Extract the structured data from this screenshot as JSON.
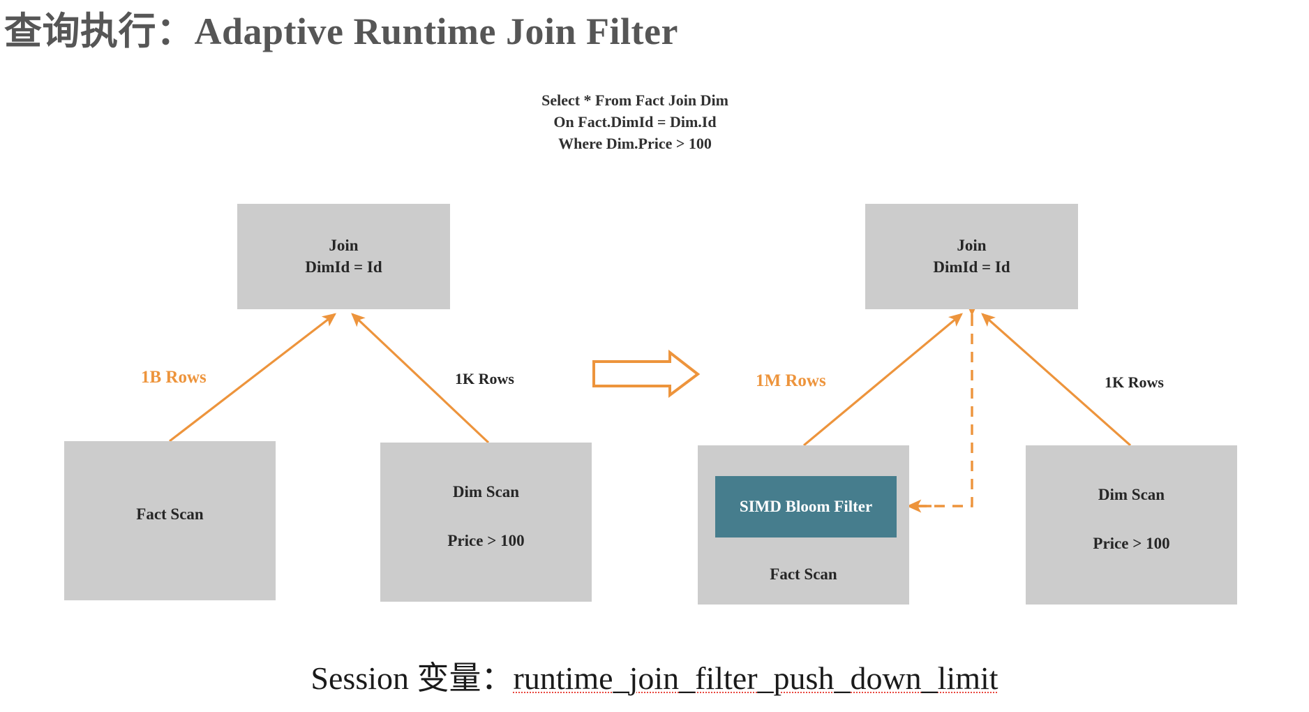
{
  "slide": {
    "title": "查询执行：Adaptive Runtime Join Filter",
    "background_color": "#ffffff",
    "title_color": "#565656"
  },
  "sql": {
    "line1": "Select * From Fact Join Dim",
    "line2": "On Fact.DimId = Dim.Id",
    "line3": "Where Dim.Price > 100"
  },
  "colors": {
    "node_gray": "#cccccc",
    "accent_orange": "#ed943c",
    "bloom_teal": "#467d8d",
    "text_dark": "#262626",
    "spellcheck_red": "#e8453c"
  },
  "left_plan": {
    "join": {
      "line1": "Join",
      "line2": "DimId = Id"
    },
    "fact_scan": {
      "label": "Fact Scan"
    },
    "dim_scan": {
      "line1": "Dim Scan",
      "line2": "Price > 100"
    },
    "fact_rows_label": "1B Rows",
    "dim_rows_label": "1K Rows"
  },
  "right_plan": {
    "join": {
      "line1": "Join",
      "line2": "DimId = Id"
    },
    "fact_scan": {
      "label": "Fact Scan"
    },
    "bloom_filter": {
      "label": "SIMD Bloom Filter"
    },
    "dim_scan": {
      "line1": "Dim Scan",
      "line2": "Price > 100"
    },
    "fact_rows_label": "1M Rows",
    "dim_rows_label": "1K Rows"
  },
  "transition": {
    "icon": "block-arrow-right-icon"
  },
  "footer": {
    "prefix": "Session 变量：",
    "variable": "runtime_join_filter_push_down_limit"
  }
}
